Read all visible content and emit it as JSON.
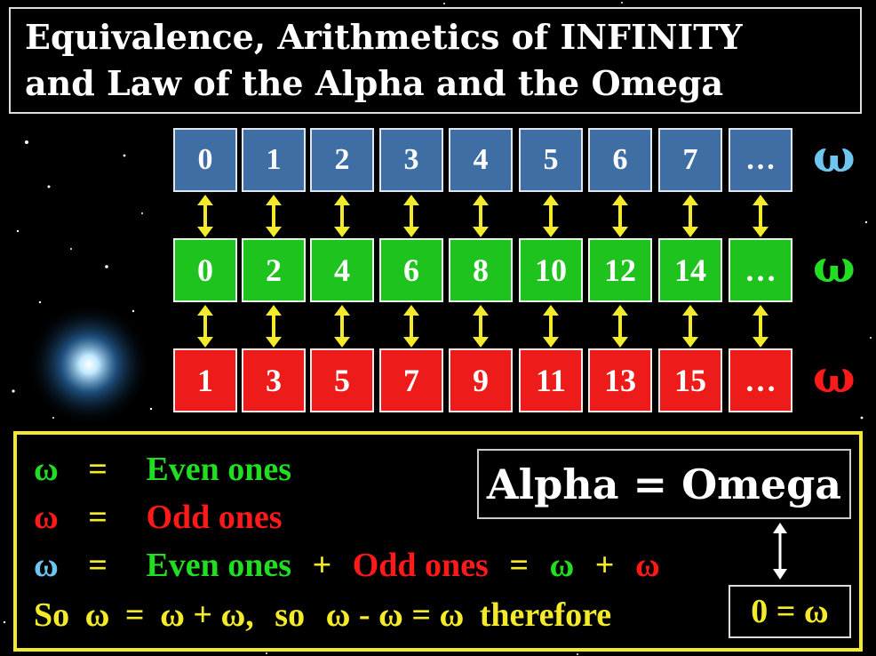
{
  "title": {
    "line1": "Equivalence, Arithmetics of INFINITY",
    "line2": "and Law of the Alpha and the Omega"
  },
  "rows": {
    "blue": [
      "0",
      "1",
      "2",
      "3",
      "4",
      "5",
      "6",
      "7",
      "…"
    ],
    "green": [
      "0",
      "2",
      "4",
      "6",
      "8",
      "10",
      "12",
      "14",
      "…"
    ],
    "red": [
      "1",
      "3",
      "5",
      "7",
      "9",
      "11",
      "13",
      "15",
      "…"
    ]
  },
  "omega": "ω",
  "colors": {
    "blue": "#3f6ea5",
    "green": "#1ec31e",
    "red": "#ee1b1b",
    "yellow": "#f2ea2a",
    "omega_blue": "#6ec6f0",
    "omega_green": "#22dd22",
    "omega_red": "#ff1a1a"
  },
  "equations": {
    "eq": "=",
    "plus": "+",
    "even_ones": "Even ones",
    "odd_ones": "Odd ones",
    "so": "So",
    "so_lower": "so",
    "comma": ",",
    "minus": "-",
    "therefore": "therefore"
  },
  "alpha_omega": "Alpha = Omega",
  "zero_eq": "0 = ω"
}
